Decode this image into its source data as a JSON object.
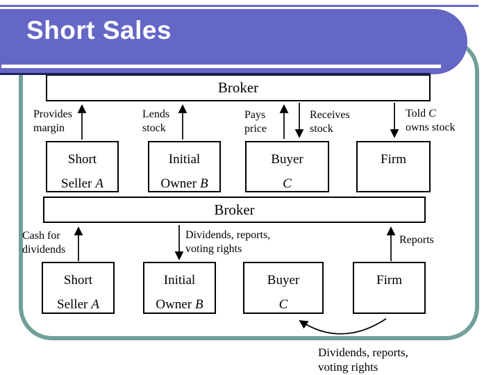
{
  "title": "Short Sales",
  "colors": {
    "banner_purple": "#6567c6",
    "banner_edge_navy": "#1e1e5a",
    "frame_teal": "#71a09b",
    "underline_white": "#ffffff",
    "diagram_line": "#000000"
  },
  "diagram": {
    "broker_label": "Broker",
    "boxes": {
      "short_seller": {
        "line1": "Short",
        "line2": "Seller",
        "var": "A"
      },
      "initial_owner": {
        "line1": "Initial",
        "line2": "Owner",
        "var": "B"
      },
      "buyer": {
        "line1": "Buyer",
        "var": "C"
      },
      "firm": {
        "line1": "Firm"
      }
    },
    "top_section_flows": {
      "provides_margin": {
        "line1": "Provides",
        "line2": "margin",
        "direction": "up"
      },
      "lends_stock": {
        "line1": "Lends",
        "line2": "stock",
        "direction": "up"
      },
      "pays_price": {
        "line1": "Pays",
        "line2": "price",
        "direction": "up"
      },
      "receives_stock": {
        "line1": "Receives",
        "line2": "stock",
        "direction": "down"
      },
      "told_owns_stock": {
        "line1_text": "Told",
        "line1_var": "C",
        "line2": "owns stock",
        "direction": "down"
      }
    },
    "bottom_section_flows": {
      "cash_for_dividends": {
        "line1": "Cash for",
        "line2": "dividends",
        "direction": "up"
      },
      "dividends_reports": {
        "line1": "Dividends, reports,",
        "line2": "voting rights",
        "direction": "down"
      },
      "reports": {
        "line1": "Reports",
        "direction": "up"
      }
    },
    "footer_note": {
      "line1": "Dividends, reports,",
      "line2": "voting rights"
    }
  }
}
